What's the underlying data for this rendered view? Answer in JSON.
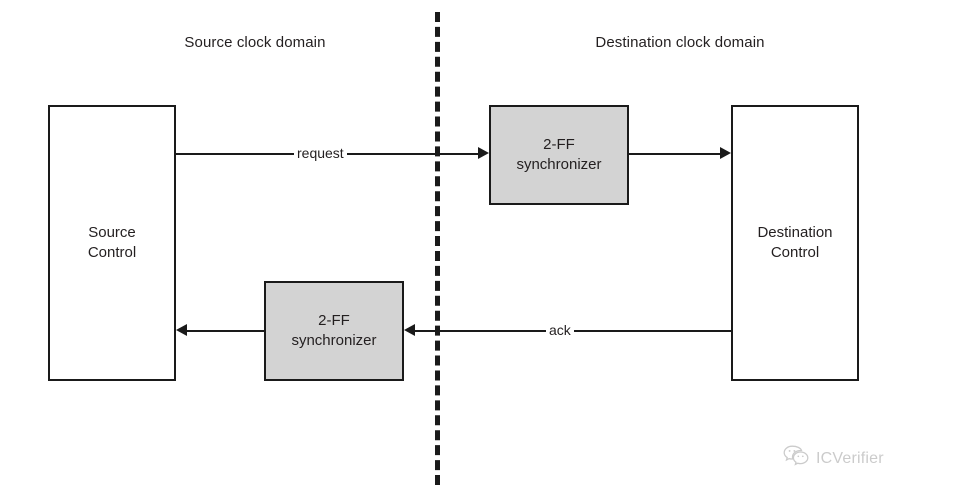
{
  "diagram": {
    "domains": {
      "source": {
        "title": "Source clock domain"
      },
      "destination": {
        "title": "Destination clock domain"
      }
    },
    "blocks": {
      "source_control": {
        "label": "Source\nControl",
        "line1": "Source",
        "line2": "Control",
        "fill": "#ffffff",
        "stroke": "#1a1a1a"
      },
      "destination_control": {
        "label": "Destination\nControl",
        "line1": "Destination",
        "line2": "Control",
        "fill": "#ffffff",
        "stroke": "#1a1a1a"
      },
      "sync_top": {
        "line1": "2-FF",
        "line2": "synchronizer",
        "fill": "#d3d3d3",
        "stroke": "#1a1a1a"
      },
      "sync_bottom": {
        "line1": "2-FF",
        "line2": "synchronizer",
        "fill": "#d3d3d3",
        "stroke": "#1a1a1a"
      }
    },
    "signals": {
      "request": {
        "label": "request",
        "direction": "source-to-destination"
      },
      "ack": {
        "label": "ack",
        "direction": "destination-to-source"
      }
    },
    "divider": {
      "style": "dashed",
      "color": "#1a1a1a"
    }
  },
  "watermark": {
    "text": "ICVerifier",
    "icon": "wechat-icon",
    "color": "#8d8d8d"
  }
}
